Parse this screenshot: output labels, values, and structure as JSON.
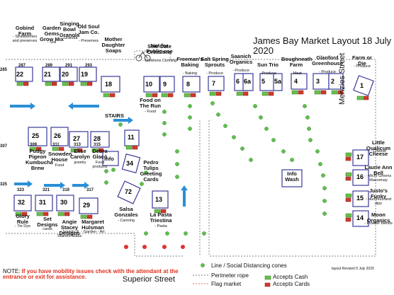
{
  "title": "James Bay Market Layout 18 July 2020",
  "streets": {
    "menzies": "Menzies Street",
    "superior": "Superior Street"
  },
  "labels": {
    "not_public_1": "Not for",
    "not_public_2": "Public use",
    "stairs": "STAIRS",
    "info_wash": "Info\nWash",
    "info": "Info",
    "revised": "layout Revised 9 July 2020"
  },
  "note": {
    "prefix": "NOTE: ",
    "red": "If you have mobility issues check with the attendant at the entrance or exit for assistance."
  },
  "legend": {
    "cones": "Line / Social Distancing cones",
    "rope": "Perimeter rope",
    "flag": "Flag market",
    "cash": "Accepts Cash",
    "cards": "Accepts Cards"
  },
  "icons": [
    "bicycle-icon",
    "cash-icon",
    "card-icon",
    "cone-icon",
    "person-icon"
  ],
  "colors": {
    "booth": "#3a3a9a",
    "arrow": "#2a8fd6",
    "cone": "#5fbf4f",
    "cash": "#6bbf4a",
    "card": "#d23a2a",
    "red_text": "#e0301e",
    "flag": "#e03030"
  },
  "top_row": [
    {
      "num": "22",
      "small": "287",
      "name": "Gobind Farm",
      "sub": "- Strawberries and preserves"
    },
    {
      "num": "21",
      "small": "289",
      "name": "Garden Gems Grow Mix",
      "sub": "- Soil"
    },
    {
      "num": "20",
      "small": "291",
      "name": "Singing Bowl Granola",
      "sub": "- Granola"
    },
    {
      "num": "19",
      "small": "293",
      "name": "Old Soul Jam Co.",
      "sub": "- Preserves"
    },
    {
      "num": "18",
      "small": "",
      "name": "Mother Daughter Soaps",
      "sub": ""
    },
    {
      "num": "10",
      "small": "",
      "name": "Sew Cute Creations",
      "sub": "- Childrens Clothing"
    },
    {
      "num": "9",
      "small": "",
      "name": "",
      "sub": ""
    },
    {
      "num": "8",
      "small": "",
      "name": "Freeman's Baking",
      "sub": "- Baking"
    },
    {
      "num": "7",
      "small": "",
      "name": "Salt Spring Sprouts",
      "sub": "- Produce"
    },
    {
      "num": "6",
      "small": "",
      "name": "Saanich Organics",
      "sub": "- Produce"
    },
    {
      "num": "6a",
      "small": "",
      "name": "",
      "sub": ""
    },
    {
      "num": "5",
      "small": "",
      "name": "Sun Trio",
      "sub": "- Produce"
    },
    {
      "num": "5a",
      "small": "",
      "name": "",
      "sub": ""
    },
    {
      "num": "4",
      "small": "",
      "name": "Boughneath Farm",
      "sub": "- Meat"
    },
    {
      "num": "3",
      "small": "",
      "name": "Glanford Greenhouse",
      "sub": "- Produce"
    },
    {
      "num": "2",
      "small": "",
      "name": "",
      "sub": ""
    },
    {
      "num": "1",
      "small": "",
      "name": "Farm or Die",
      "sub": "- Produce"
    }
  ],
  "middle_row": [
    {
      "num": "25",
      "small": "309",
      "name": "Pudgy Pigeon Kumbucha Brew",
      "sub": ""
    },
    {
      "num": "26",
      "small": "311",
      "name": "Snowden House",
      "sub": "Food"
    },
    {
      "num": "27",
      "small": "313",
      "name": "Elise Carolyn",
      "sub": "jewelry"
    },
    {
      "num": "28",
      "small": "315",
      "name": "Debra Glacó",
      "sub": "Food products"
    },
    {
      "num": "11",
      "small": "",
      "name": "Food on The Run",
      "sub": "- Food"
    },
    {
      "num": "34",
      "small": "",
      "name": "Pedro Tulips Greeting Cards",
      "sub": ""
    },
    {
      "num": "72",
      "small": "",
      "name": "Salsa Gonzales",
      "sub": "- Canning"
    },
    {
      "num": "13",
      "small": "",
      "name": "La Pasta Triestina",
      "sub": "- Pasta"
    }
  ],
  "bottom_row": [
    {
      "num": "32",
      "small": "323",
      "name": "Glory Rule",
      "sub": "- Tie Dye"
    },
    {
      "num": "31",
      "small": "321",
      "name": "Set Designs",
      "sub": "cards"
    },
    {
      "num": "30",
      "small": "319",
      "name": "Angie Stacey Designs",
      "sub": "- Jewelry & Stained Glass"
    },
    {
      "num": "29",
      "small": "317",
      "name": "Margaret Hulsman",
      "sub": "- Garden - Art"
    }
  ],
  "right_col": [
    {
      "num": "17",
      "name": "Little Qualicum Cheese",
      "sub": "- Cheese"
    },
    {
      "num": "16",
      "name": "Laurie Ann Bell",
      "sub": "- Micro Greens Macromay"
    },
    {
      "num": "15",
      "name": "Justo's Funky",
      "sub": "- Hummus and dips"
    },
    {
      "num": "14",
      "name": "Moon Organics",
      "sub": "- Powder blends"
    }
  ],
  "side_numbers": {
    "left_top": "285",
    "left_mid": "307",
    "left_bot": "325"
  }
}
